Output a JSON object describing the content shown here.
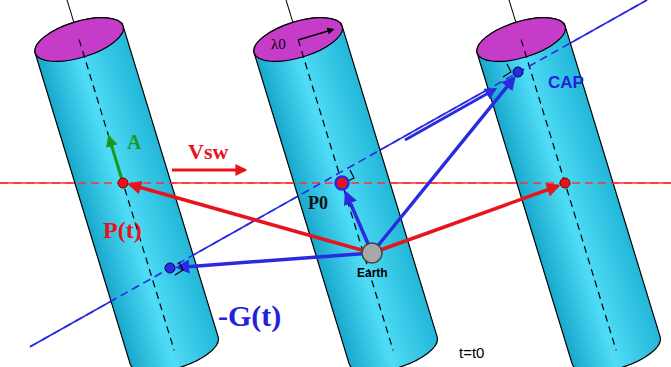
{
  "diagram": {
    "nodes": [
      {
        "text": [
          "Earth"
        ]
      }
    ],
    "labels": [
      "λ0",
      "A",
      "Vsw",
      "P(t)",
      "P0",
      "CAP",
      "-G(t)",
      "t=t0"
    ]
  }
}
